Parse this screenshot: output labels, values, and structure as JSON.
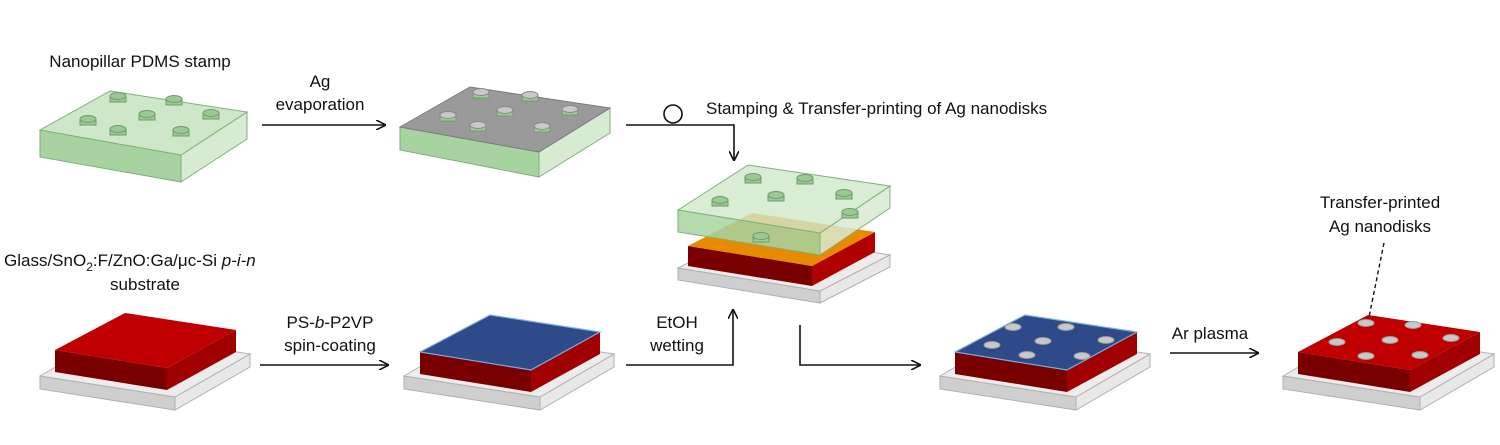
{
  "labels": {
    "stamp": "Nanopillar PDMS stamp",
    "ag_evap_1": "Ag",
    "ag_evap_2": "evaporation",
    "stamping": "Stamping & Transfer-printing of Ag nanodisks",
    "substrate_a": "Glass/SnO",
    "substrate_sub": "2",
    "substrate_b": ":F/ZnO:Ga/",
    "substrate_c": "μc-Si ",
    "substrate_d": "p-i-n",
    "substrate_2": "substrate",
    "ps_1a": "PS-",
    "ps_1b": "b",
    "ps_1c": "-P2VP",
    "ps_2": "spin-coating",
    "etoh_1": "EtOH",
    "etoh_2": "wetting",
    "ar_plasma": "Ar plasma",
    "transfer_1": "Transfer-printed",
    "transfer_2": "Ag nanodisks"
  },
  "colors": {
    "pdms_green": "#b9dcb4",
    "ag_gray": "#9a9a9a",
    "substrate_red": "#c00000",
    "substrate_dark": "#7a0000",
    "polymer_blue": "#2e4a88",
    "orange_layer": "#e88a00",
    "glass": "#e6e6e6",
    "disk": "#c8c8c8"
  }
}
